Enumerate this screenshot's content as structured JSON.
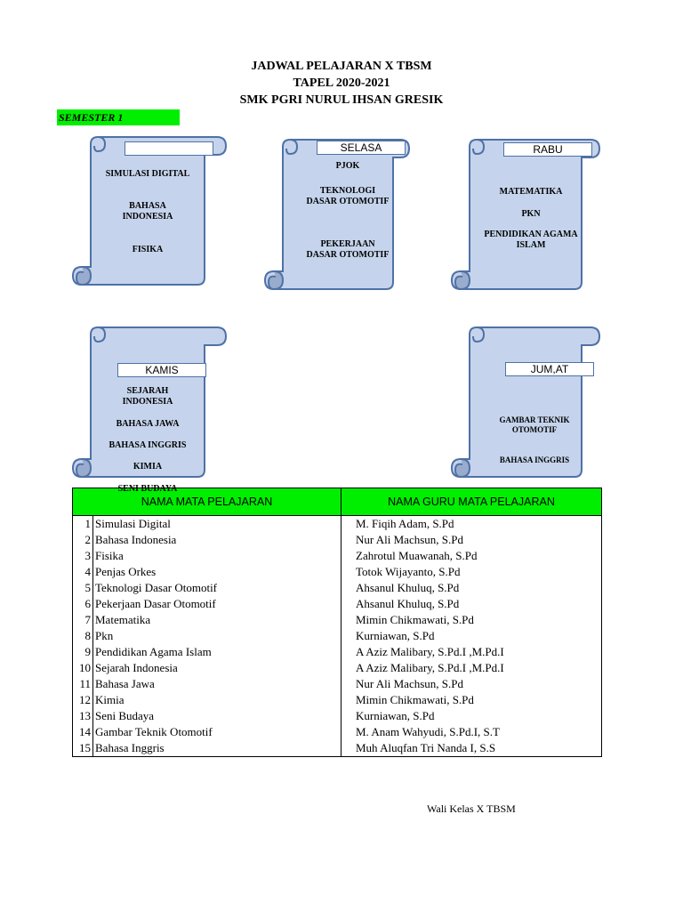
{
  "header": {
    "line1": "JADWAL PELAJARAN X TBSM",
    "line2": "TAPEL 2020-2021",
    "line3": "SMK PGRI NURUL IHSAN GRESIK"
  },
  "semester_label": "SEMESTER 1",
  "colors": {
    "scroll_fill": "#c5d4ec",
    "scroll_stroke": "#4f71a6",
    "highlight_green": "#00ee00"
  },
  "days": {
    "senin": {
      "label": "",
      "subjects": [
        "SIMULASI DIGITAL",
        "BAHASA INDONESIA",
        "FISIKA"
      ]
    },
    "selasa": {
      "label": "SELASA",
      "subjects": [
        "PJOK",
        "TEKNOLOGI DASAR OTOMOTIF",
        "PEKERJAAN DASAR OTOMOTIF"
      ]
    },
    "rabu": {
      "label": "RABU",
      "subjects": [
        "MATEMATIKA",
        "PKN",
        "PENDIDIKAN AGAMA ISLAM"
      ]
    },
    "kamis": {
      "label": "KAMIS",
      "subjects": [
        "SEJARAH INDONESIA",
        "BAHASA JAWA",
        "BAHASA INGGRIS",
        "KIMIA",
        "SENI BUDAYA"
      ]
    },
    "jumat": {
      "label": "JUM,AT",
      "subjects": [
        "GAMBAR TEKNIK OTOMOTIF",
        "BAHASA INGGRIS"
      ]
    }
  },
  "table": {
    "col_subject": "NAMA MATA PELAJARAN",
    "col_teacher": "NAMA GURU MATA PELAJARAN",
    "rows": [
      {
        "no": "1",
        "subject": "Simulasi Digital",
        "teacher": "M. Fiqih Adam, S.Pd"
      },
      {
        "no": "2",
        "subject": "Bahasa Indonesia",
        "teacher": "Nur Ali Machsun, S.Pd"
      },
      {
        "no": "3",
        "subject": "Fisika",
        "teacher": "Zahrotul Muawanah, S.Pd"
      },
      {
        "no": "4",
        "subject": "Penjas Orkes",
        "teacher": "Totok Wijayanto, S.Pd"
      },
      {
        "no": "5",
        "subject": "Teknologi Dasar Otomotif",
        "teacher": "Ahsanul Khuluq, S.Pd"
      },
      {
        "no": "6",
        "subject": "Pekerjaan Dasar Otomotif",
        "teacher": "Ahsanul Khuluq, S.Pd"
      },
      {
        "no": "7",
        "subject": "Matematika",
        "teacher": "Mimin Chikmawati, S.Pd"
      },
      {
        "no": "8",
        "subject": "Pkn",
        "teacher": "Kurniawan, S.Pd"
      },
      {
        "no": "9",
        "subject": "Pendidikan Agama Islam",
        "teacher": "A Aziz Malibary, S.Pd.I ,M.Pd.I"
      },
      {
        "no": "10",
        "subject": "Sejarah Indonesia",
        "teacher": "A Aziz Malibary, S.Pd.I ,M.Pd.I"
      },
      {
        "no": "11",
        "subject": "Bahasa Jawa",
        "teacher": "Nur Ali Machsun, S.Pd"
      },
      {
        "no": "12",
        "subject": "Kimia",
        "teacher": "Mimin Chikmawati, S.Pd"
      },
      {
        "no": "13",
        "subject": "Seni Budaya",
        "teacher": "Kurniawan, S.Pd"
      },
      {
        "no": "14",
        "subject": "Gambar Teknik Otomotif",
        "teacher": "M. Anam Wahyudi, S.Pd.I, S.T"
      },
      {
        "no": "15",
        "subject": "Bahasa Inggris",
        "teacher": "Muh Aluqfan Tri Nanda I, S.S"
      }
    ]
  },
  "footer": {
    "wali": "Wali Kelas X TBSM"
  }
}
